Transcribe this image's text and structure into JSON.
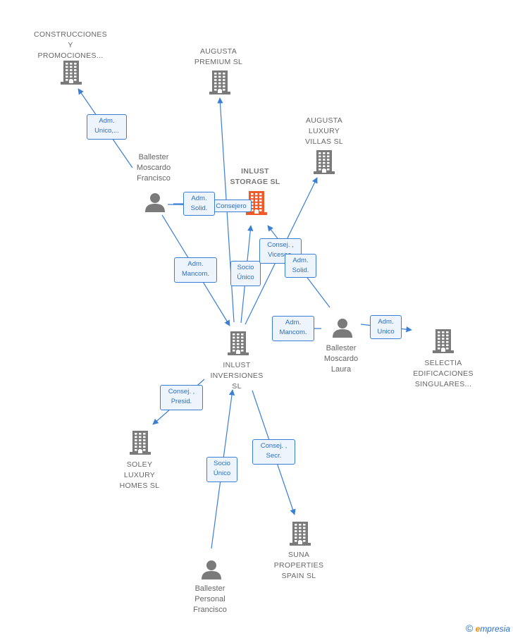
{
  "colors": {
    "edge": "#3a7fd5",
    "company_icon": "#7a7a7a",
    "focus_icon": "#f05a28",
    "person_icon": "#7a7a7a"
  },
  "nodes": {
    "construcciones": {
      "label": "CONSTRUCCIONES\nY\nPROMOCIONES...",
      "type": "company"
    },
    "augusta_premium": {
      "label": "AUGUSTA\nPREMIUM SL",
      "type": "company"
    },
    "augusta_luxury": {
      "label": "AUGUSTA\nLUXURY\nVILLAS SL",
      "type": "company"
    },
    "inlust_storage": {
      "label": "INLUST\nSTORAGE SL",
      "type": "focus"
    },
    "ballester_francisco": {
      "label": "Ballester\nMoscardo\nFrancisco",
      "type": "person"
    },
    "inlust_inversiones": {
      "label": "INLUST\nINVERSIONES\nSL",
      "type": "company"
    },
    "ballester_laura": {
      "label": "Ballester\nMoscardo\nLaura",
      "type": "person"
    },
    "selectia": {
      "label": "SELECTIA\nEDIFICACIONES\nSINGULARES...",
      "type": "company"
    },
    "soley": {
      "label": "SOLEY\nLUXURY\nHOMES SL",
      "type": "company"
    },
    "suna": {
      "label": "SUNA\nPROPERTIES\nSPAIN SL",
      "type": "company"
    },
    "ballester_personal": {
      "label": "Ballester\nPersonal\nFrancisco",
      "type": "person"
    }
  },
  "edges": [
    {
      "from": "ballester_francisco",
      "to": "construcciones",
      "label": "Adm.\nUnico,..."
    },
    {
      "from": "ballester_francisco",
      "to": "inlust_storage",
      "label": "Consejero"
    },
    {
      "from": "ballester_francisco",
      "to": "inlust_storage",
      "label": "Adm.\nSolid."
    },
    {
      "from": "ballester_francisco",
      "to": "inlust_inversiones",
      "label": "Adm.\nMancom."
    },
    {
      "from": "inlust_inversiones",
      "to": "augusta_premium",
      "label": ""
    },
    {
      "from": "inlust_inversiones",
      "to": "inlust_storage",
      "label": "Socio\nÚnico"
    },
    {
      "from": "inlust_inversiones",
      "to": "augusta_luxury",
      "label": "Consej. ,\nVicesec."
    },
    {
      "from": "ballester_laura",
      "to": "inlust_storage",
      "label": "Adm.\nSolid."
    },
    {
      "from": "ballester_laura",
      "to": "inlust_inversiones",
      "label": "Adm.\nMancom."
    },
    {
      "from": "ballester_laura",
      "to": "selectia",
      "label": "Adm.\nUnico"
    },
    {
      "from": "inlust_inversiones",
      "to": "soley",
      "label": "Consej. ,\nPresid."
    },
    {
      "from": "inlust_inversiones",
      "to": "suna",
      "label": "Consej. ,\nSecr."
    },
    {
      "from": "ballester_personal",
      "to": "inlust_inversiones",
      "label": "Socio\nÚnico"
    }
  ],
  "watermark": {
    "copyright": "©",
    "brand_initial": "e",
    "brand_rest": "mpresia"
  }
}
